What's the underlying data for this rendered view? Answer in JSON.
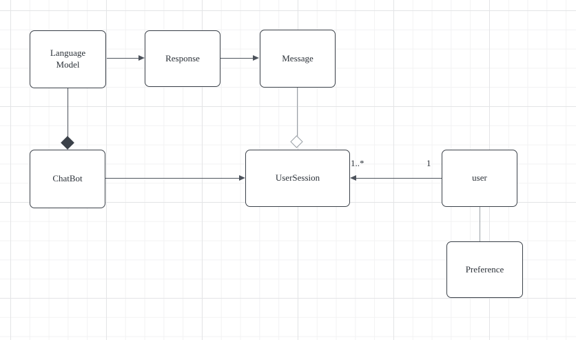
{
  "colors": {
    "node_stroke": "#3b4149",
    "node_fill": "#ffffff",
    "edge_dark": "#4d535c",
    "edge_light": "#9aa0a6",
    "grid_minor": "#f2f2f3",
    "grid_major": "#e3e4e6"
  },
  "nodes": {
    "languageModel": {
      "label": "Language\nModel"
    },
    "response": {
      "label": "Response"
    },
    "message": {
      "label": "Message"
    },
    "chatbot": {
      "label": "ChatBot"
    },
    "userSession": {
      "label": "UserSession"
    },
    "user": {
      "label": "user"
    },
    "preference": {
      "label": "Preference"
    }
  },
  "edgeLabels": {
    "userSessionMultiplicity": "1..*",
    "userMultiplicity": "1"
  },
  "edges": [
    {
      "from": "Language Model",
      "to": "Response",
      "type": "directed-arrow"
    },
    {
      "from": "Response",
      "to": "Message",
      "type": "directed-arrow"
    },
    {
      "from": "Language Model",
      "to": "ChatBot",
      "type": "composition-filled-diamond"
    },
    {
      "from": "Message",
      "to": "UserSession",
      "type": "aggregation-hollow-diamond"
    },
    {
      "from": "ChatBot",
      "to": "UserSession",
      "type": "directed-arrow"
    },
    {
      "from": "user",
      "to": "UserSession",
      "type": "directed-arrow",
      "sourceLabel": "1",
      "targetLabel": "1..*"
    },
    {
      "from": "user",
      "to": "Preference",
      "type": "line"
    }
  ]
}
